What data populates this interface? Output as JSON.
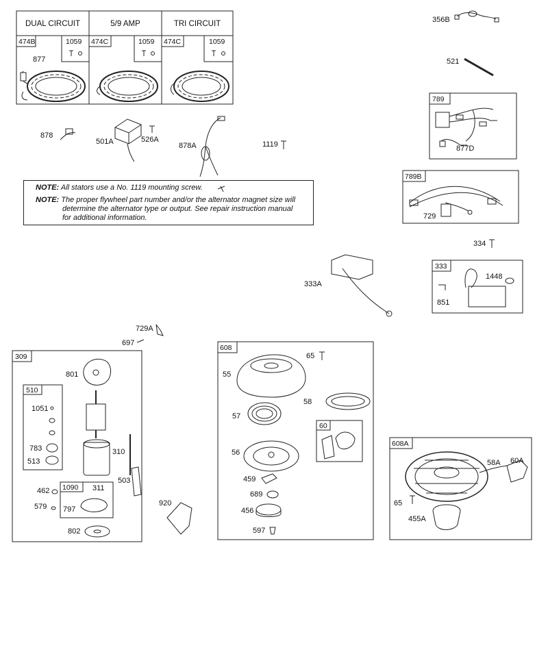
{
  "headers": {
    "dual_circuit": "DUAL CIRCUIT",
    "amp_59": "5/9 AMP",
    "tri_circuit": "TRI CIRCUIT"
  },
  "box_tags": {
    "b474B": "474B",
    "b1059a": "1059",
    "b474C_1": "474C",
    "b1059b": "1059",
    "b474C_2": "474C",
    "b1059c": "1059",
    "b789": "789",
    "b789B": "789B",
    "b333": "333",
    "b309": "309",
    "b510": "510",
    "b1090": "1090",
    "b608": "608",
    "b60": "60",
    "b608A": "608A"
  },
  "parts": {
    "p877": "877",
    "p356B": "356B",
    "p521": "521",
    "p877D": "877D",
    "p729": "729",
    "p878": "878",
    "p501A": "501A",
    "p526A": "526A",
    "p878A": "878A",
    "p1119": "1119",
    "p334": "334",
    "p333A": "333A",
    "p1448": "1448",
    "p851": "851",
    "p729A": "729A",
    "p697": "697",
    "p801": "801",
    "p1051": "1051",
    "p783": "783",
    "p513": "513",
    "p310": "310",
    "p503": "503",
    "p462": "462",
    "p579": "579",
    "p311": "311",
    "p797": "797",
    "p802": "802",
    "p920": "920",
    "p65a": "65",
    "p55": "55",
    "p58": "58",
    "p57": "57",
    "p56": "56",
    "p459": "459",
    "p689": "689",
    "p456": "456",
    "p597": "597",
    "p58A": "58A",
    "p60A": "60A",
    "p65b": "65",
    "p455A": "455A"
  },
  "notes": {
    "note_label_1": "NOTE:",
    "note_text_1": "All stators use a No. 1119 mounting screw.",
    "note_label_2": "NOTE:",
    "note_text_2a": "The proper flywheel part number and/or the alternator magnet size will",
    "note_text_2b": "determine the alternator type or output. See repair instruction manual",
    "note_text_2c": "for additional information."
  }
}
